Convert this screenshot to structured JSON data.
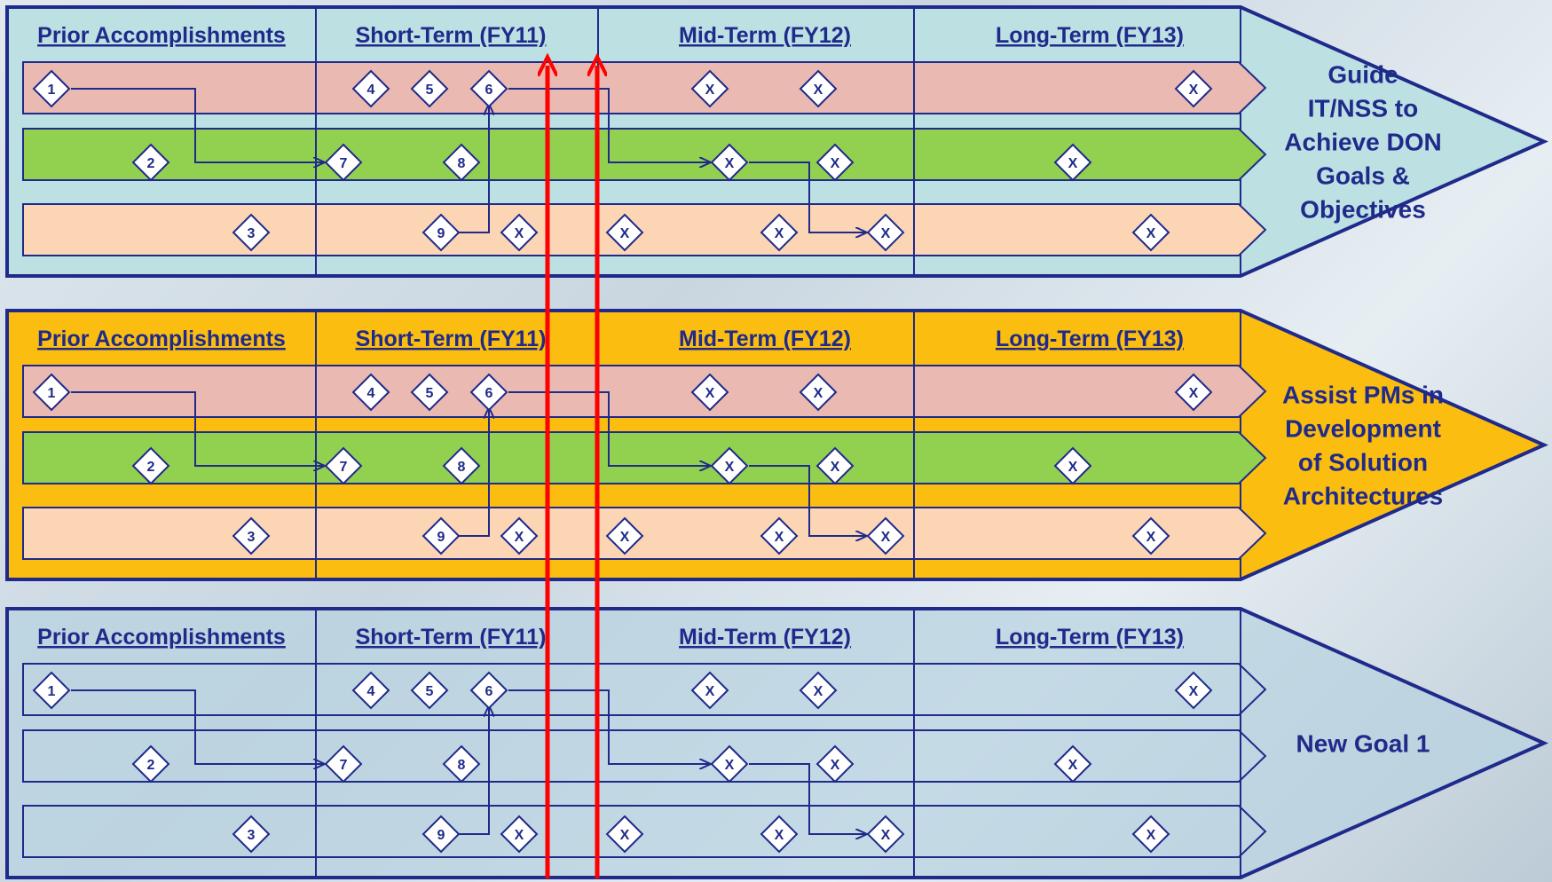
{
  "colors": {
    "panel_fills": [
      "#bde0e3",
      "#fbbd10",
      "#b8d3e0"
    ],
    "panel_border": "#1f2a8a",
    "lane_red": "#eab9b1",
    "lane_green": "#92d050",
    "lane_peach": "#fcd5b5",
    "connector": "#1f2a8a",
    "marker_fill": "#ffffff",
    "red_arrow": "#ff0000"
  },
  "panels": [
    {
      "goal_lines": [
        "Guide",
        "IT/NSS to",
        "Achieve DON",
        "Goals &",
        "Objectives"
      ],
      "lane_style": "solid",
      "headers": [
        "Prior Accomplishments",
        "Short-Term (FY11)",
        "Mid-Term (FY12)",
        "Long-Term (FY13)"
      ]
    },
    {
      "goal_lines": [
        "Assist PMs in",
        "Development",
        "of Solution",
        "Architectures"
      ],
      "lane_style": "solid",
      "headers": [
        "Prior Accomplishments",
        "Short-Term (FY11)",
        "Mid-Term (FY12)",
        "Long-Term (FY13)"
      ]
    },
    {
      "goal_lines": [
        "New Goal 1"
      ],
      "lane_style": "outline",
      "headers": [
        "Prior Accomplishments",
        "Short-Term (FY11)",
        "Mid-Term (FY12)",
        "Long-Term (FY13)"
      ]
    }
  ],
  "lanes": [
    {
      "color_key": "lane_red",
      "markers": [
        {
          "label": "1",
          "period": "prior"
        },
        {
          "label": "4",
          "period": "short"
        },
        {
          "label": "5",
          "period": "short"
        },
        {
          "label": "6",
          "period": "short"
        },
        {
          "label": "X",
          "period": "mid"
        },
        {
          "label": "X",
          "period": "mid"
        },
        {
          "label": "X",
          "period": "long"
        }
      ]
    },
    {
      "color_key": "lane_green",
      "markers": [
        {
          "label": "2",
          "period": "prior"
        },
        {
          "label": "7",
          "period": "short"
        },
        {
          "label": "8",
          "period": "short"
        },
        {
          "label": "X",
          "period": "mid"
        },
        {
          "label": "X",
          "period": "mid"
        },
        {
          "label": "X",
          "period": "long"
        }
      ]
    },
    {
      "color_key": "lane_peach",
      "markers": [
        {
          "label": "3",
          "period": "prior"
        },
        {
          "label": "9",
          "period": "short"
        },
        {
          "label": "X",
          "period": "short"
        },
        {
          "label": "X",
          "period": "mid"
        },
        {
          "label": "X",
          "period": "mid"
        },
        {
          "label": "X",
          "period": "mid"
        },
        {
          "label": "X",
          "period": "long"
        }
      ]
    }
  ],
  "dependencies": [
    {
      "from": "1",
      "to": "7"
    },
    {
      "from": "9",
      "to": "6"
    },
    {
      "from": "6",
      "to": "X (lane 2, mid)"
    },
    {
      "from": "X (lane 2, mid)",
      "to": "X (lane 3, mid)"
    }
  ]
}
